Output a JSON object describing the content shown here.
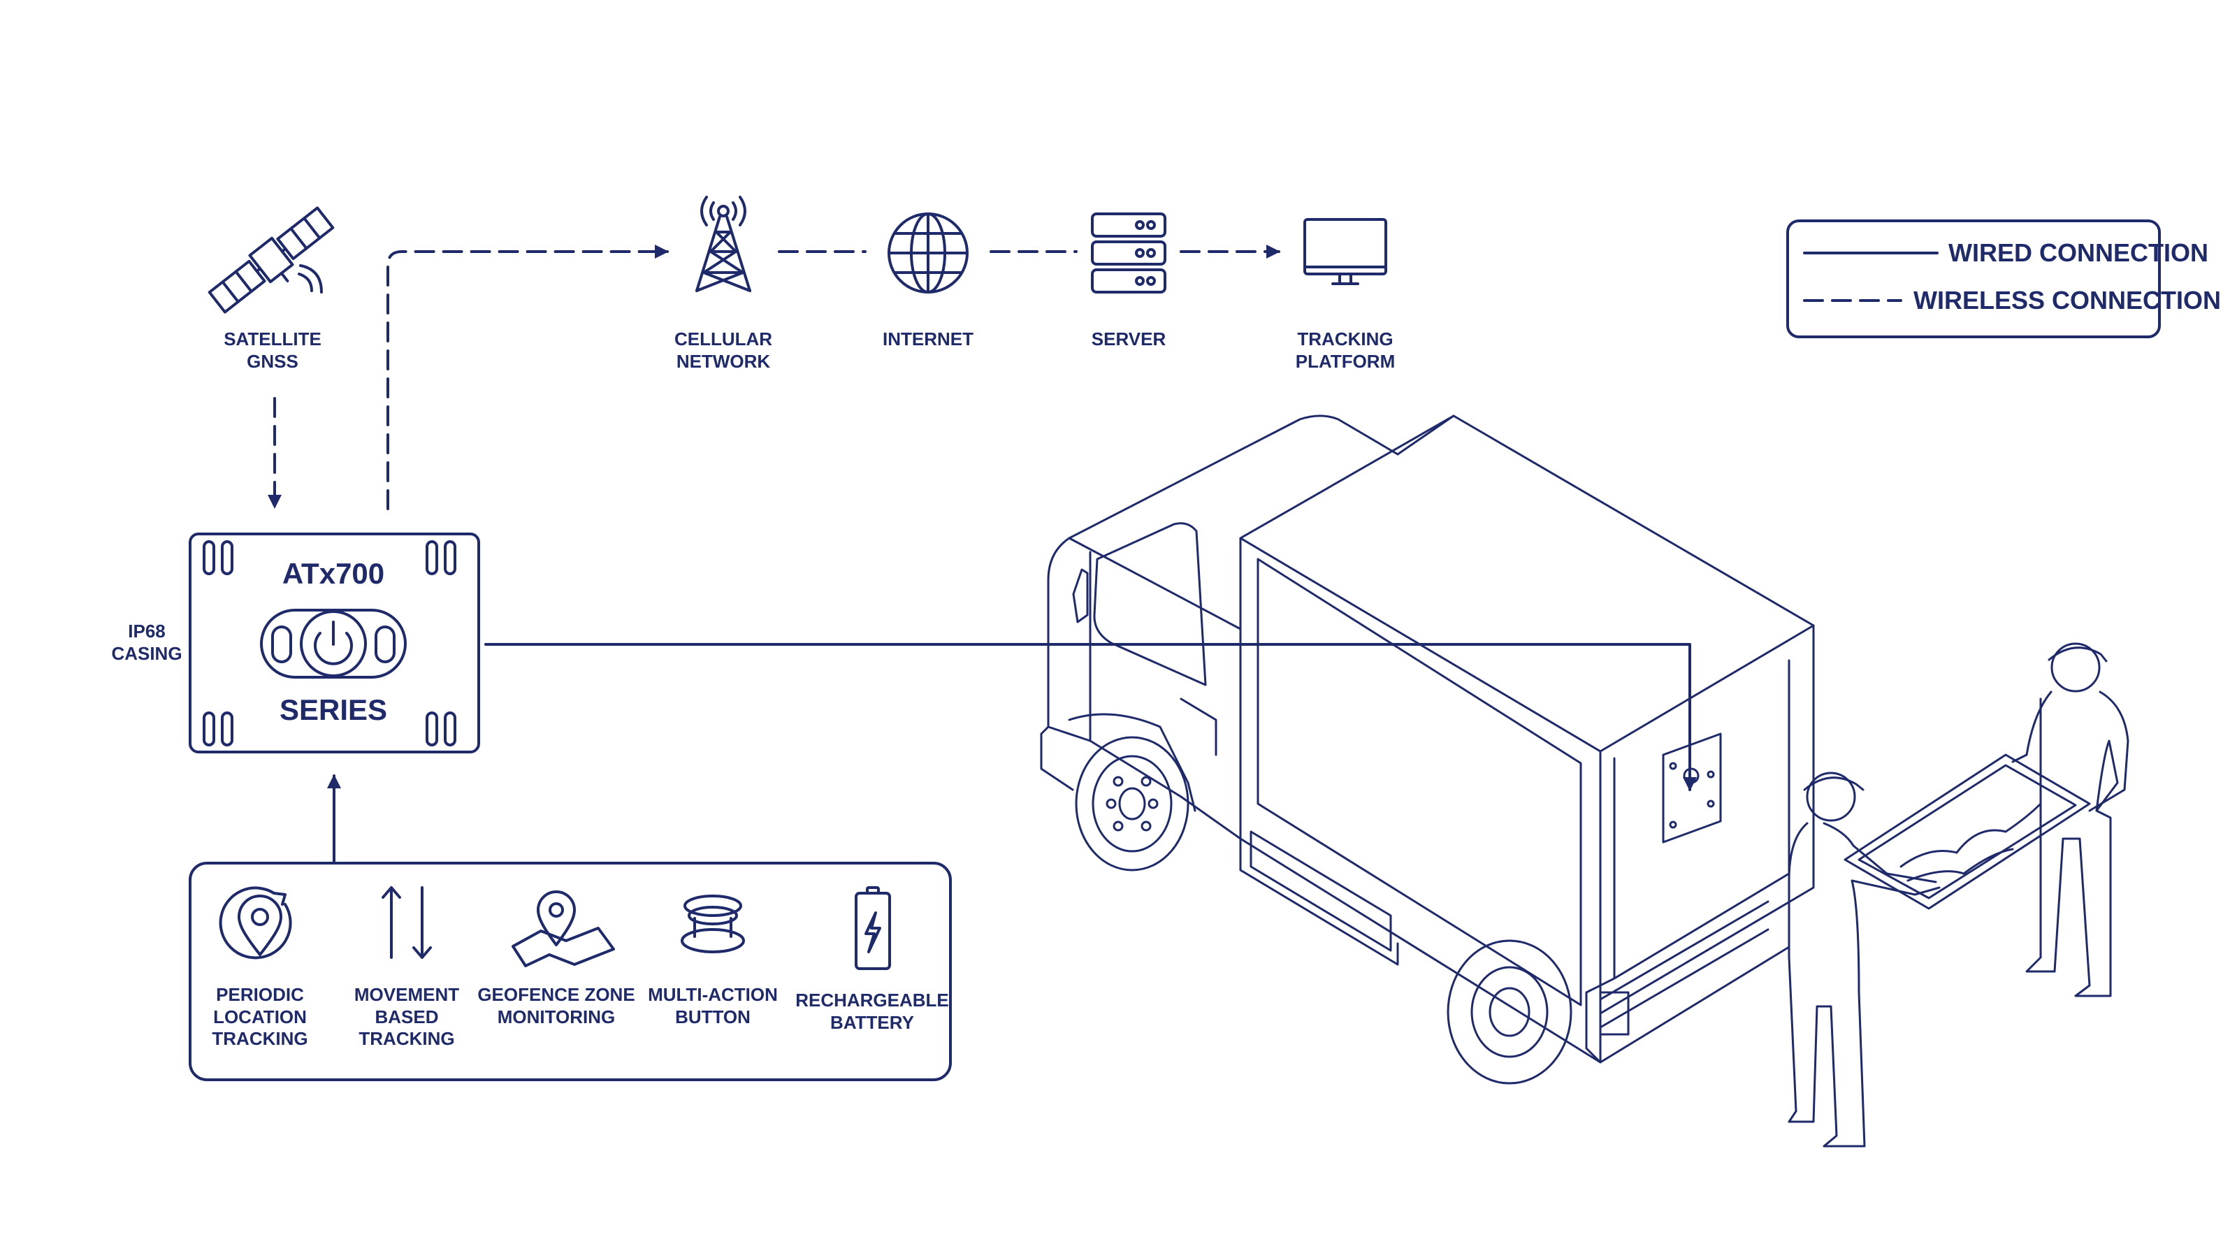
{
  "colors": {
    "ink": "#1f2a6b",
    "background": "#ffffff"
  },
  "top_chain": [
    {
      "id": "satellite",
      "label": "SATELLITE\nGNSS",
      "icon": "satellite-icon"
    },
    {
      "id": "cellular",
      "label": "CELLULAR\nNETWORK",
      "icon": "cell-tower-icon"
    },
    {
      "id": "internet",
      "label": "INTERNET",
      "icon": "globe-icon"
    },
    {
      "id": "server",
      "label": "SERVER",
      "icon": "server-icon"
    },
    {
      "id": "platform",
      "label": "TRACKING\nPLATFORM",
      "icon": "monitor-icon"
    }
  ],
  "device": {
    "model": "ATx700",
    "series": "SERIES",
    "casing": "IP68\nCASING",
    "icon": "power-button-icon"
  },
  "features": [
    {
      "label": "PERIODIC\nLOCATION\nTRACKING",
      "icon": "location-refresh-icon"
    },
    {
      "label": "MOVEMENT\nBASED\nTRACKING",
      "icon": "up-down-arrows-icon"
    },
    {
      "label": "GEOFENCE ZONE\nMONITORING",
      "icon": "geofence-map-icon"
    },
    {
      "label": "MULTI-ACTION\nBUTTON",
      "icon": "push-button-icon"
    },
    {
      "label": "RECHARGEABLE\nBATTERY",
      "icon": "battery-icon"
    }
  ],
  "legend": {
    "wired": "WIRED CONNECTION",
    "wireless": "WIRELESS CONNECTION"
  },
  "illustration": {
    "icon": "delivery-truck-with-workers-icon"
  }
}
